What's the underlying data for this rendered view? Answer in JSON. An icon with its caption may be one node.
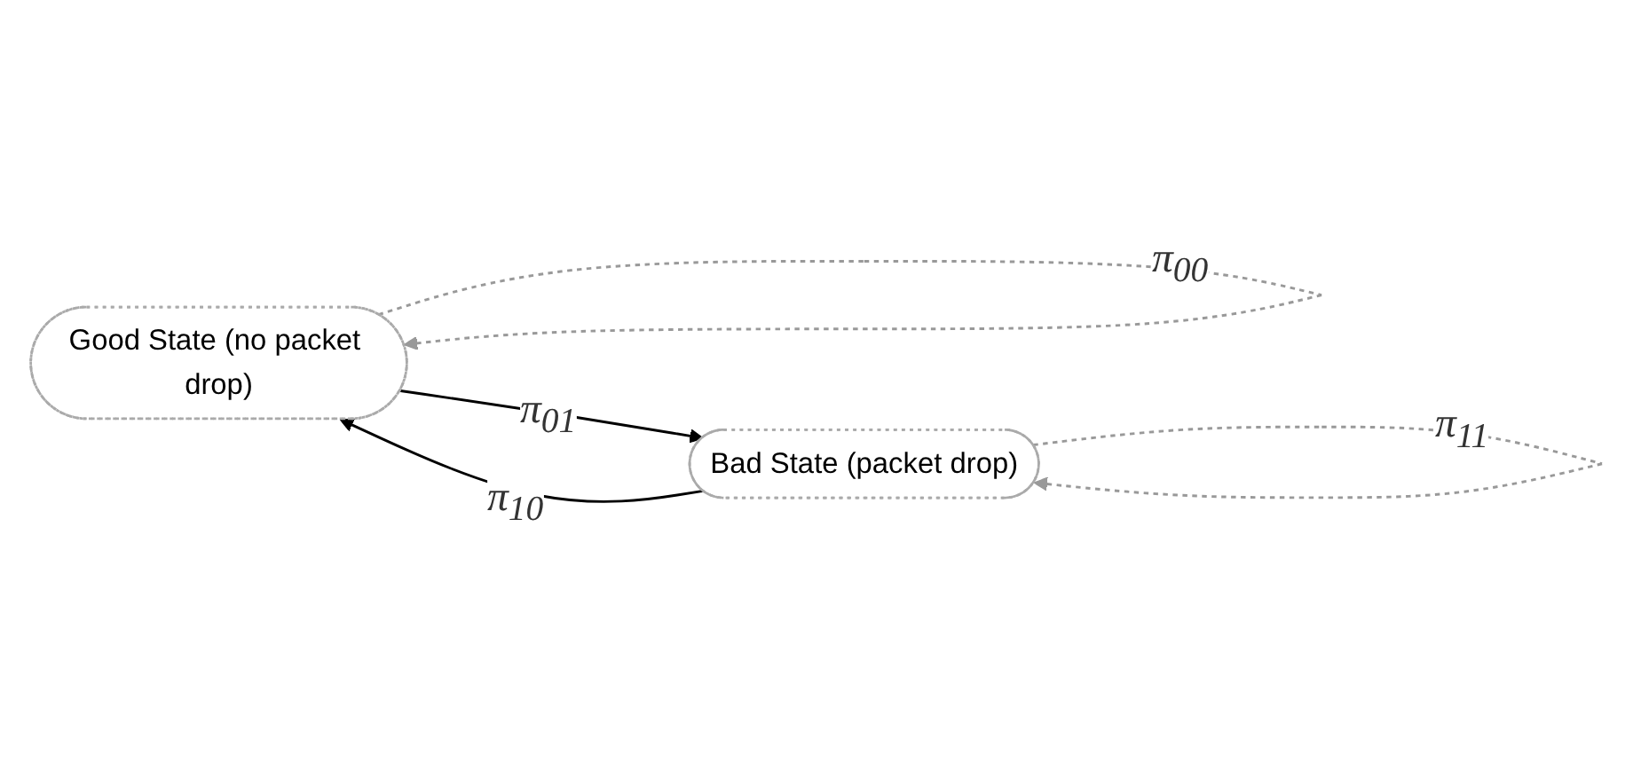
{
  "diagram": {
    "nodes": [
      {
        "text": [
          "Good State (no packet drop)"
        ]
      },
      {
        "text": [
          "Bad State (packet drop)"
        ]
      }
    ],
    "edges": [
      {
        "from": 0,
        "to": 0,
        "arrow": "to",
        "label": "π$_{00}$",
        "style": "dashed",
        "color": "#999999"
      },
      {
        "from": 0,
        "to": 1,
        "arrow": "to",
        "label": "π$_{01}$",
        "color": "#000000"
      },
      {
        "from": 1,
        "to": 1,
        "arrow": "to",
        "label": "π$_{11}$",
        "style": "dashed",
        "color": "#999999"
      },
      {
        "from": 1,
        "to": 0,
        "arrow": "to",
        "label": "π$_{10}$",
        "color": "#000000"
      }
    ]
  }
}
